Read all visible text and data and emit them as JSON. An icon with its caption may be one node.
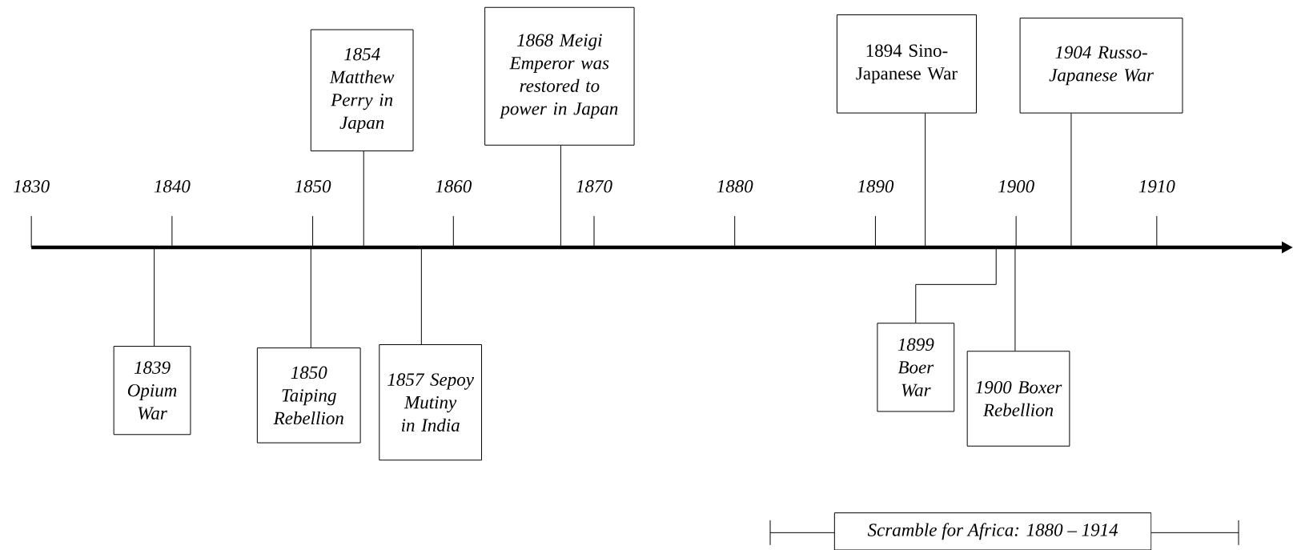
{
  "diagram": {
    "nodes": [
      {
        "text": [
          "1854 Matthew Perry in Japan"
        ]
      },
      {
        "text": [
          "1868 Meigi Emperor was restored to power in Japan"
        ]
      },
      {
        "text": [
          "1894 Sino-Japanese War"
        ]
      },
      {
        "text": [
          "1904 Russo-Japanese War"
        ]
      },
      {
        "text": [
          "1839 Opium War"
        ]
      },
      {
        "text": [
          "1850 Taiping Rebellion"
        ]
      },
      {
        "text": [
          "1857 Sepoy Mutiny in India"
        ]
      },
      {
        "text": [
          "1899 Boer War"
        ]
      },
      {
        "text": [
          "1900 Boxer Rebellion"
        ]
      },
      {
        "text": [
          "Scramble for Africa: 1880 – 1914"
        ]
      }
    ],
    "edges": [
      {
        "from": 0,
        "to": null,
        "arrow": "none"
      },
      {
        "from": 1,
        "to": null,
        "arrow": "none"
      },
      {
        "from": 2,
        "to": null,
        "arrow": "none"
      },
      {
        "from": 3,
        "to": null,
        "arrow": "none"
      },
      {
        "from": 4,
        "to": null,
        "arrow": "none"
      },
      {
        "from": 5,
        "to": null,
        "arrow": "none"
      },
      {
        "from": 6,
        "to": null,
        "arrow": "none"
      },
      {
        "from": 7,
        "to": null,
        "arrow": "none"
      },
      {
        "from": 8,
        "to": null,
        "arrow": "none"
      }
    ],
    "labels": [
      "1830",
      "1840",
      "1850",
      "1860",
      "1870",
      "1880",
      "1890",
      "1900",
      "1910"
    ]
  }
}
